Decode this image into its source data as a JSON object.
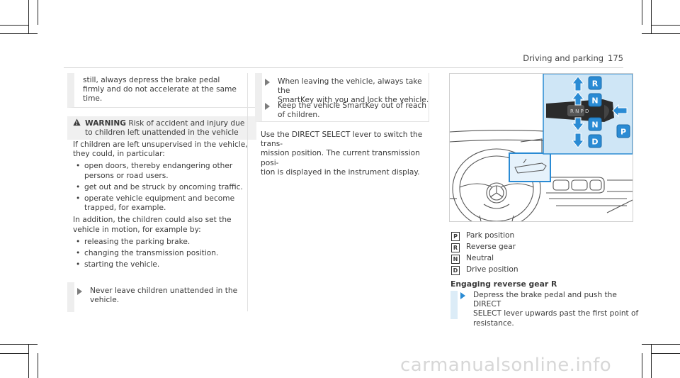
{
  "header": {
    "section": "Driving and parking",
    "page": "175"
  },
  "left": {
    "continuation": [
      "still, always depress the brake pedal",
      "firmly and do not accelerate at the same",
      "time."
    ],
    "warning": {
      "label": "WARNING",
      "text1": "Risk of accident and injury due",
      "text2": "to children left unattended in the vehicle"
    },
    "intro": [
      "If children are left unsupervised in the vehicle,",
      "they could, in particular:"
    ],
    "list1": [
      [
        "open doors, thereby endangering other",
        "persons or road users."
      ],
      [
        "get out and be struck by oncoming traffic."
      ],
      [
        "operate vehicle equipment and become",
        "trapped, for example."
      ]
    ],
    "para2": [
      "In addition, the children could also set the",
      "vehicle in motion, for example by:"
    ],
    "list2": [
      "releasing the parking brake.",
      "changing the transmission position.",
      "starting the vehicle."
    ],
    "step": [
      "Never leave children unattended in the",
      "vehicle."
    ]
  },
  "middle": {
    "step1": [
      "When leaving the vehicle, always take the",
      "SmartKey with you and lock the vehicle."
    ],
    "step2": [
      "Keep the vehicle SmartKey out of reach",
      "of children."
    ],
    "para": [
      "Use the DIRECT SELECT lever to switch the trans-",
      "mission position. The current transmission posi-",
      "tion is displayed in the instrument display."
    ]
  },
  "illustration": {
    "labels": [
      "R",
      "N",
      "N",
      "P",
      "D"
    ]
  },
  "legend": [
    {
      "glyph": "P",
      "text": "Park position"
    },
    {
      "glyph": "R",
      "text": "Reverse gear"
    },
    {
      "glyph": "N",
      "text": "Neutral"
    },
    {
      "glyph": "D",
      "text": "Drive position"
    }
  ],
  "engaging": {
    "title": "Engaging reverse gear R",
    "step": [
      "Depress the brake pedal and push the DIRECT",
      "SELECT lever upwards past the first point of",
      "resistance."
    ]
  },
  "watermark": "carmanualsonline.info",
  "colors": {
    "accent_blue": "#2a8bd4",
    "panel_blue": "#cfe6f6",
    "gray_band": "#eeeeee"
  }
}
